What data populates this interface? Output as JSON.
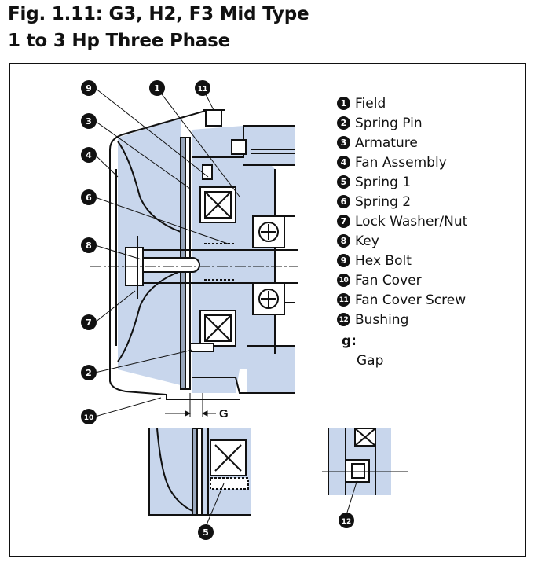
{
  "title_line1": "Fig. 1.11: G3, H2, F3 Mid Type",
  "title_line2": "1 to 3 Hp Three Phase",
  "legend": [
    {
      "num": "1",
      "label": "Field"
    },
    {
      "num": "2",
      "label": "Spring Pin"
    },
    {
      "num": "3",
      "label": "Armature"
    },
    {
      "num": "4",
      "label": "Fan Assembly"
    },
    {
      "num": "5",
      "label": "Spring 1"
    },
    {
      "num": "6",
      "label": "Spring 2"
    },
    {
      "num": "7",
      "label": "Lock Washer/Nut"
    },
    {
      "num": "8",
      "label": "Key"
    },
    {
      "num": "9",
      "label": "Hex Bolt"
    },
    {
      "num": "10",
      "label": "Fan Cover"
    },
    {
      "num": "11",
      "label": "Fan Cover Screw"
    },
    {
      "num": "12",
      "label": "Bushing"
    }
  ],
  "gap_symbol": "g:",
  "gap_description": "Gap",
  "gap_label": "G",
  "callouts": [
    "9",
    "1",
    "11",
    "3",
    "4",
    "6",
    "8",
    "7",
    "2",
    "10",
    "5",
    "12"
  ],
  "colors": {
    "fill_blue": "#c8d6ec",
    "line": "#111111"
  }
}
